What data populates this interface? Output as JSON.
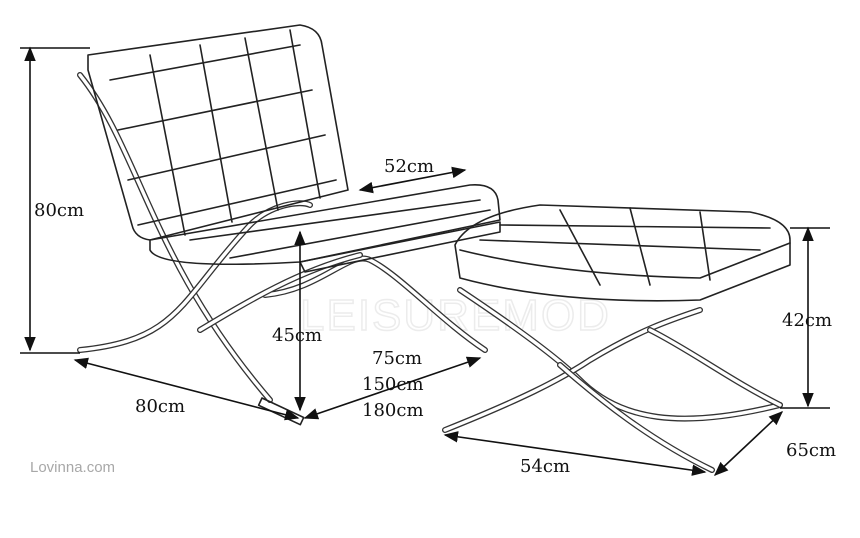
{
  "dimensions": {
    "chair_height": "80cm",
    "seat_depth": "52cm",
    "seat_height": "45cm",
    "widths": [
      "75cm",
      "150cm",
      "180cm"
    ],
    "chair_depth": "80cm",
    "ottoman_height": "42cm",
    "ottoman_width": "54cm",
    "ottoman_depth": "65cm"
  },
  "watermark": "Lovinna.com",
  "logo_watermark": "LEISUREMOD",
  "colors": {
    "line": "#222222",
    "watermark": "#a8a8a8"
  }
}
